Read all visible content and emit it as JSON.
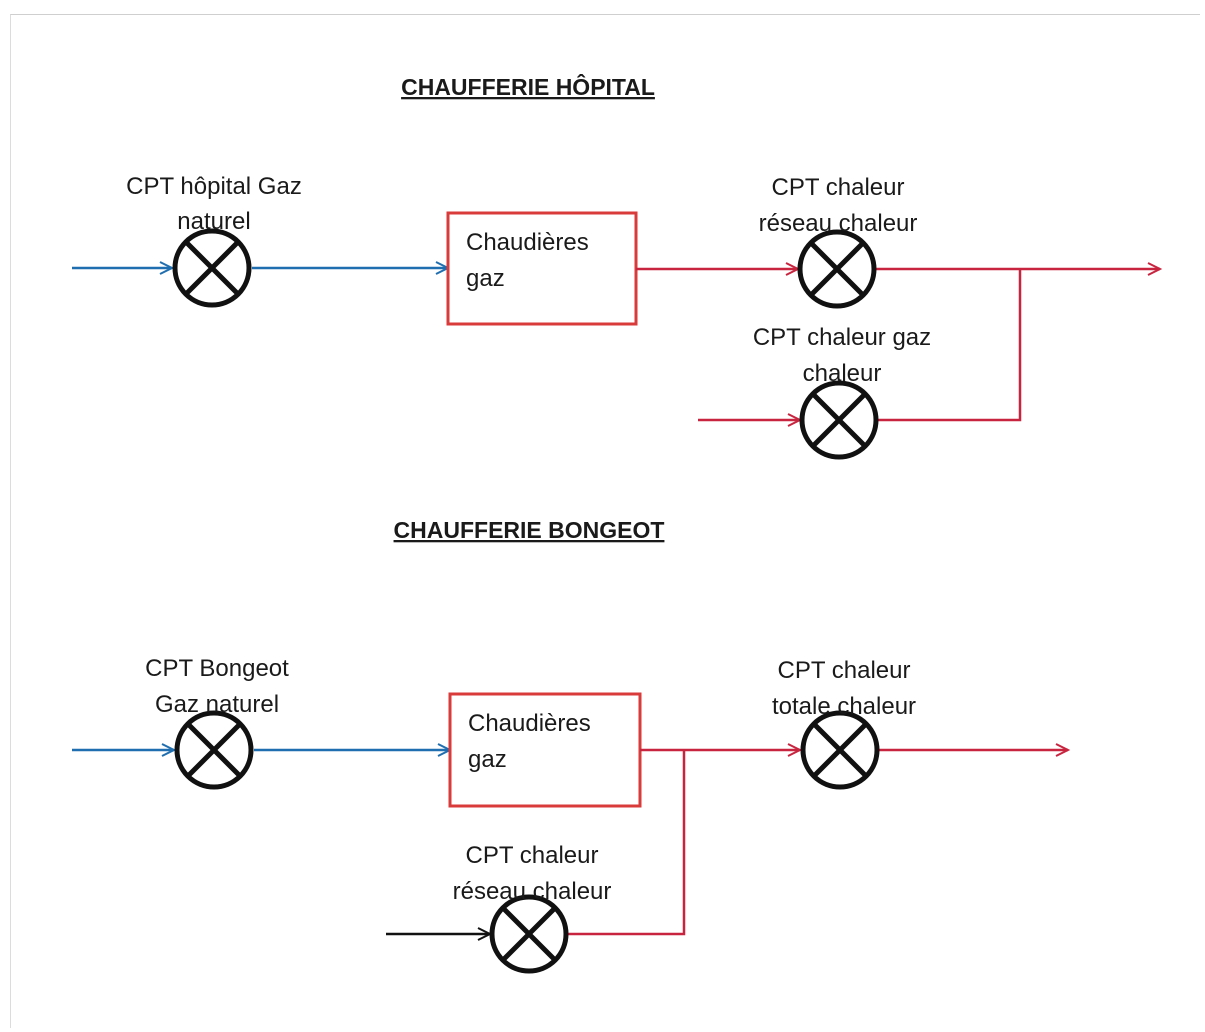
{
  "colors": {
    "gas_flow": "#1f6fb0",
    "heat_flow": "#c8243f",
    "network_input": "#111111",
    "boiler_border": "#d93a3a",
    "meter": "#111111"
  },
  "hopital": {
    "title": "CHAUFFERIE HÔPITAL",
    "gas_meter_label": [
      "CPT hôpital Gaz",
      "naturel"
    ],
    "boiler_label": [
      "Chaudières",
      "gaz"
    ],
    "heat_network_meter_label": [
      "CPT chaleur",
      "réseau chaleur"
    ],
    "heat_gas_meter_label": [
      "CPT chaleur gaz",
      "chaleur"
    ]
  },
  "bongeot": {
    "title": "CHAUFFERIE BONGEOT",
    "gas_meter_label": [
      "CPT Bongeot",
      "Gaz naturel"
    ],
    "boiler_label": [
      "Chaudières",
      "gaz"
    ],
    "total_heat_meter_label": [
      "CPT chaleur",
      "totale chaleur"
    ],
    "network_heat_meter_label": [
      "CPT chaleur",
      "réseau chaleur"
    ]
  }
}
